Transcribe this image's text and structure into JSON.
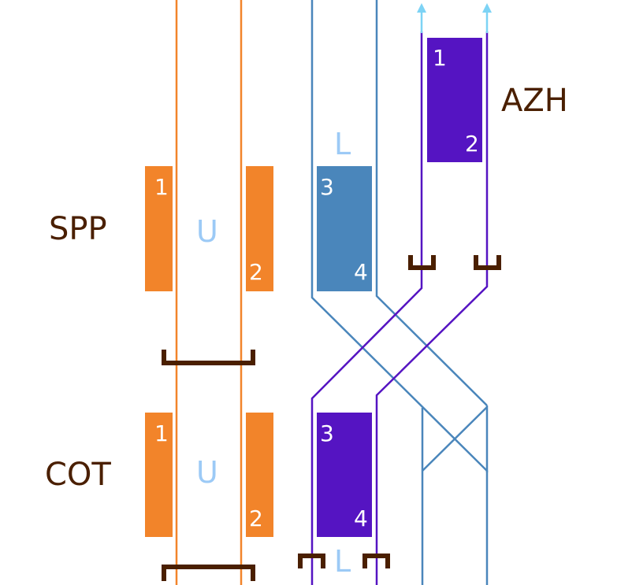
{
  "colors": {
    "orange": "#f2842a",
    "steel_blue": "#4a86bb",
    "purple": "#5514c2",
    "light_blue_text": "#9ccaf6",
    "arrow_blue": "#7dd3f5",
    "brown": "#4a1f00",
    "white": "#ffffff"
  },
  "stations": [
    {
      "name": "SPP",
      "track_label": "U",
      "platforms": [
        "1",
        "2"
      ],
      "line_label": "",
      "platforms_l": [
        "3",
        "4"
      ]
    },
    {
      "name": "COT",
      "track_label": "U",
      "platforms": [
        "1",
        "2"
      ],
      "line_label": "L",
      "platforms_l": [
        "3",
        "4"
      ]
    },
    {
      "name": "AZH",
      "platforms": [
        "1",
        "2"
      ]
    }
  ],
  "labels": {
    "spp": "SPP",
    "cot": "COT",
    "azh": "AZH",
    "u_top": "U",
    "u_bottom": "U",
    "l_top": "L",
    "l_bottom": "L",
    "spp_p1": "1",
    "spp_p2": "2",
    "spp_p3": "3",
    "spp_p4": "4",
    "cot_p1": "1",
    "cot_p2": "2",
    "cot_p3": "3",
    "cot_p4": "4",
    "azh_p1": "1",
    "azh_p2": "2"
  }
}
